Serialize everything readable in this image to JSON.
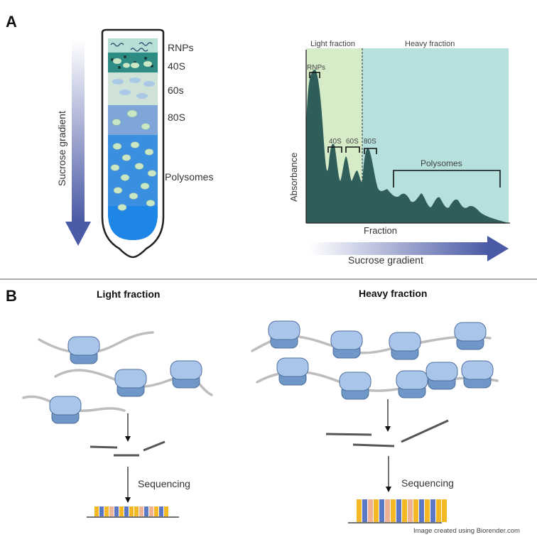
{
  "panel_a": {
    "label": "A",
    "tube": {
      "gradient_label": "Sucrose gradient",
      "bands": [
        "RNPs",
        "40S",
        "60s",
        "80S",
        "Polysomes"
      ]
    },
    "profile": {
      "light_fraction": "Light fraction",
      "heavy_fraction": "Heavy fraction",
      "y_axis": "Absorbance",
      "x_axis": "Fraction",
      "peaks": [
        "RNPs",
        "40S",
        "60S",
        "80S",
        "Polysomes"
      ],
      "gradient_label": "Sucrose gradient"
    }
  },
  "panel_b": {
    "label": "B",
    "light": {
      "title": "Light fraction",
      "step": "Sequencing"
    },
    "heavy": {
      "title": "Heavy fraction",
      "step": "Sequencing"
    }
  },
  "credit": "Image  created using Biorender.com",
  "colors": {
    "ribosome_light": "#a9c6ea",
    "ribosome_dark": "#6f97c8",
    "profile_fill": "#2f5e5a",
    "light_zone": "#d6ecc9",
    "heavy_zone": "#b6e0dd",
    "arrow": "#4e5ca8",
    "seq_yellow": "#f3b824",
    "seq_blue": "#5a78c4",
    "seq_salmon": "#efb294"
  }
}
